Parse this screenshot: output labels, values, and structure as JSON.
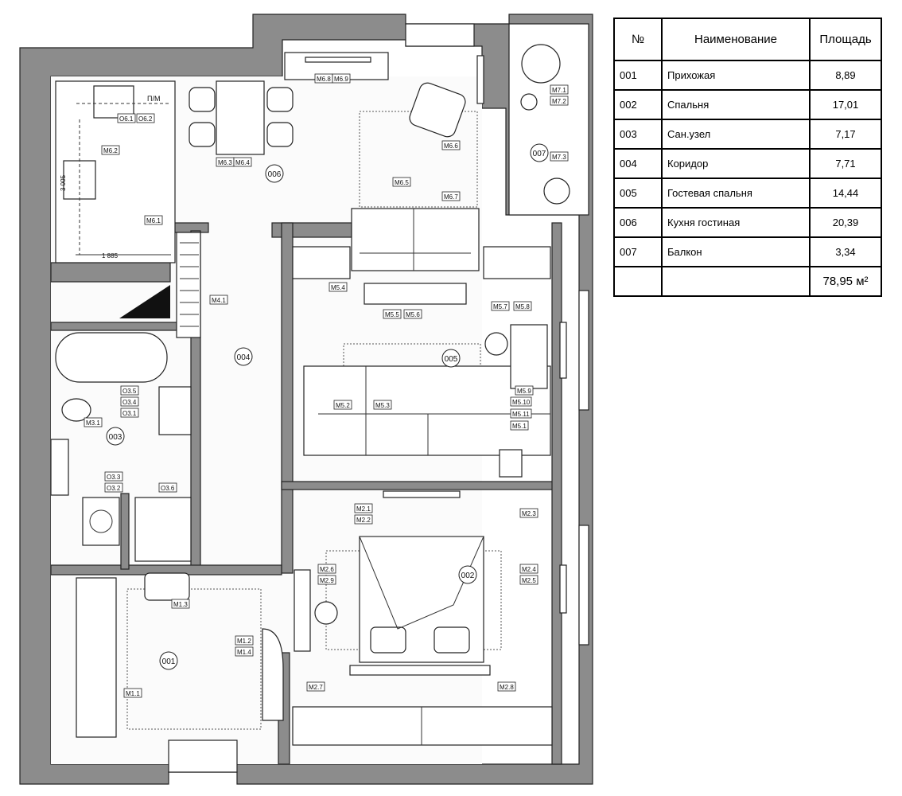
{
  "rooms": [
    {
      "id": "001",
      "name": "Прихожая",
      "area": "8,89"
    },
    {
      "id": "002",
      "name": "Спальня",
      "area": "17,01"
    },
    {
      "id": "003",
      "name": "Сан.узел",
      "area": "7,17"
    },
    {
      "id": "004",
      "name": "Коридор",
      "area": "7,71"
    },
    {
      "id": "005",
      "name": "Гостевая спальня",
      "area": "14,44"
    },
    {
      "id": "006",
      "name": "Кухня гостиная",
      "area": "20,39"
    },
    {
      "id": "007",
      "name": "Балкон",
      "area": "3,34"
    }
  ],
  "table": {
    "col_num": "№",
    "col_name": "Наименование",
    "col_area": "Площадь",
    "total": "78,95 м²"
  },
  "plan_labels": {
    "pm": "П/М",
    "dim_kitchen_width": "1 885",
    "dim_kitchen_depth": "3 005",
    "tags": [
      "М6.1",
      "М6.2",
      "М6.3",
      "М6.4",
      "М6.5",
      "М6.6",
      "М6.7",
      "М6.8",
      "М6.9",
      "О6.1",
      "О6.2",
      "М7.1",
      "М7.2",
      "М7.3",
      "М4.1",
      "М5.1",
      "М5.2",
      "М5.3",
      "М5.4",
      "М5.5",
      "М5.6",
      "М5.7",
      "М5.8",
      "М5.9",
      "М5.10",
      "М5.11",
      "О3.1",
      "О3.2",
      "О3.3",
      "О3.4",
      "О3.5",
      "О3.6",
      "М3.1",
      "М2.1",
      "М2.2",
      "М2.3",
      "М2.4",
      "М2.5",
      "М2.6",
      "М2.7",
      "М2.8",
      "М2.9",
      "М1.1",
      "М1.2",
      "М1.3",
      "М1.4"
    ]
  }
}
